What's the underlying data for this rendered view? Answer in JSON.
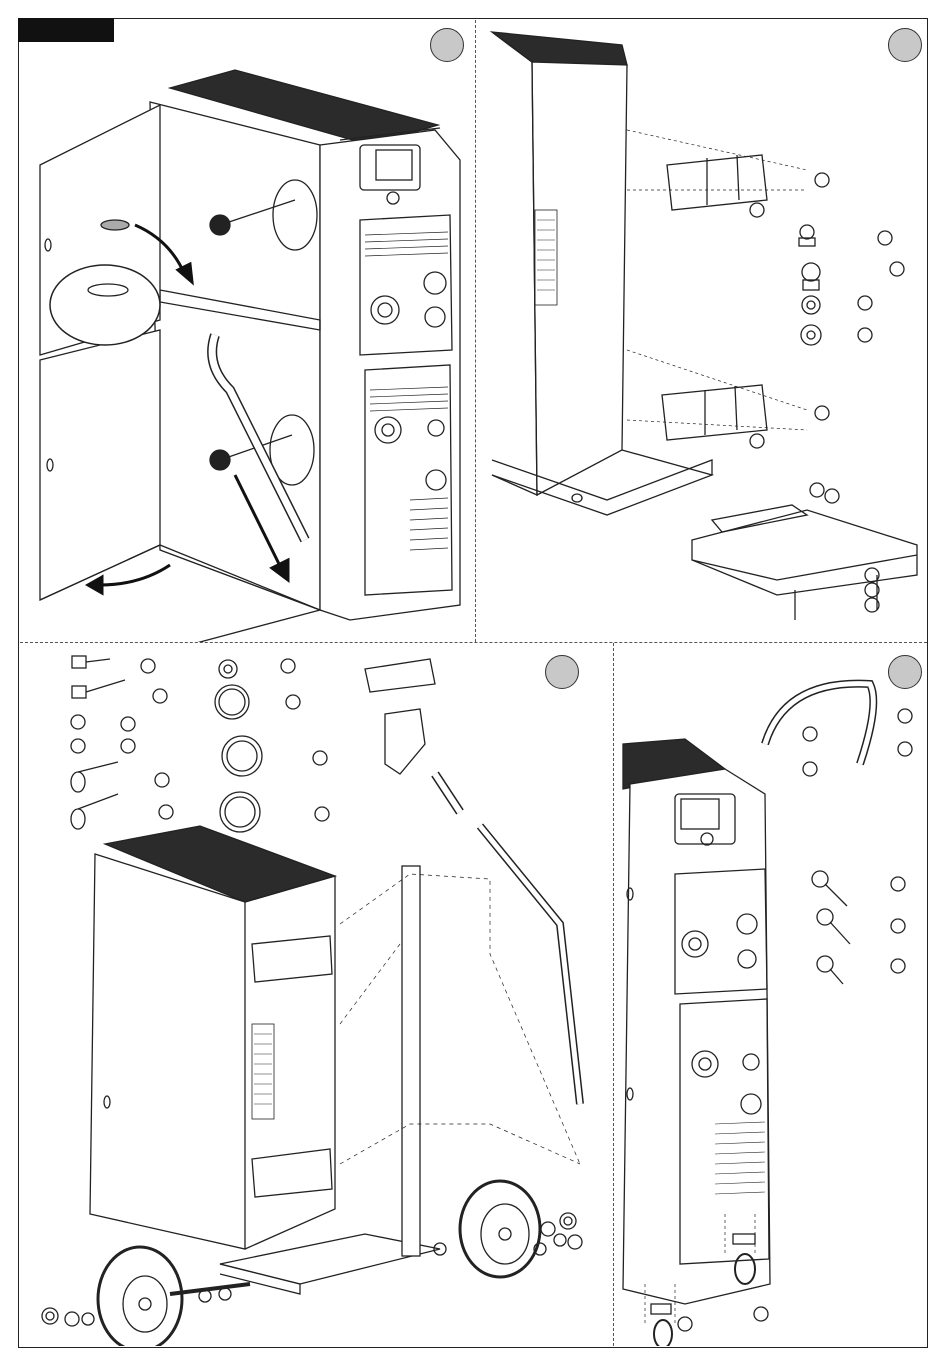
{
  "page": {
    "header_tab": "",
    "panels": [
      {
        "id": "step-1",
        "description_text": ""
      },
      {
        "id": "step-2",
        "description_text": ""
      },
      {
        "id": "step-3",
        "description_text": ""
      },
      {
        "id": "step-4",
        "description_text": ""
      }
    ]
  },
  "colors": {
    "line": "#222222",
    "badge_fill": "#c8c8c8",
    "machine_top": "#2b2b2b",
    "background": "#ffffff"
  },
  "icons": [
    "arrow-icon",
    "bolt-icon",
    "washer-icon",
    "nut-icon",
    "wheel-icon",
    "caster-icon",
    "handle-icon"
  ]
}
